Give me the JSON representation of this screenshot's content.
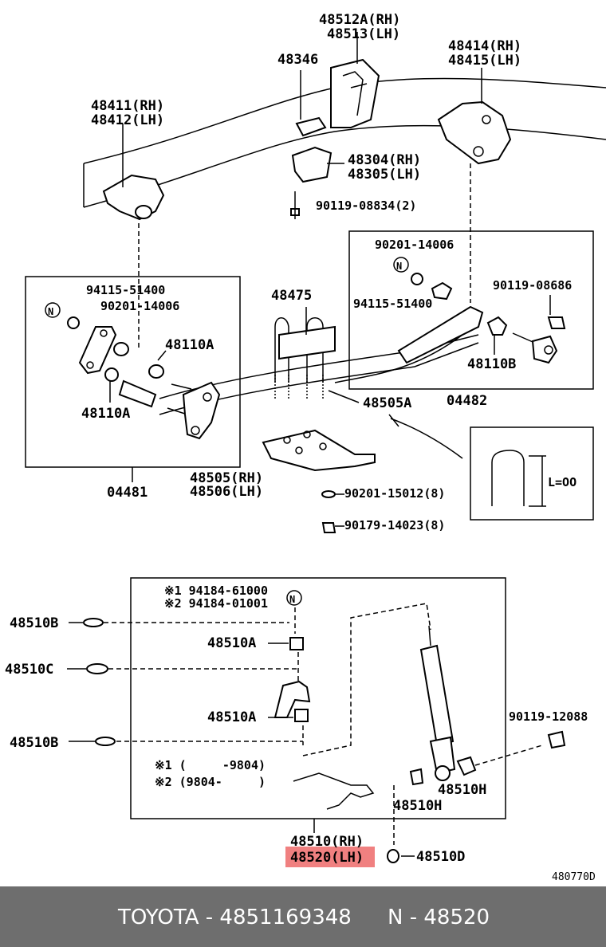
{
  "labels": {
    "l48512a": "48512A(RH)",
    "l48513": "48513(LH)",
    "l48346": "48346",
    "l48414": "48414(RH)",
    "l48415": "48415(LH)",
    "l48411": "48411(RH)",
    "l48412": "48412(LH)",
    "l48304": "48304(RH)",
    "l48305": "48305(LH)",
    "l90119_08834": "90119-08834(2)",
    "l90201_14006_r": "90201-14006",
    "l94115_51400_r": "94115-51400",
    "l90119_08686": "90119-08686",
    "l48110b": "48110B",
    "l04482": "04482",
    "l94115_51400_l": "94115-51400",
    "l90201_14006_l": "90201-14006",
    "l48110a_1": "48110A",
    "l48110a_2": "48110A",
    "l04481": "04481",
    "l48475": "48475",
    "l48505a": "48505A",
    "l48505": "48505(RH)",
    "l48506": "48506(LH)",
    "l90201_15012": "90201-15012(8)",
    "l90179_14023": "90179-14023(8)",
    "l_length": "L=OO",
    "l94184_61000": "※1 94184-61000",
    "l94184_01001": "※2 94184-01001",
    "l48510b_1": "48510B",
    "l48510a_1": "48510A",
    "l48510c": "48510C",
    "l48510a_2": "48510A",
    "l48510b_2": "48510B",
    "l_note1": "※1 (     -9804)",
    "l_note2": "※2 (9804-     )",
    "l90119_12088": "90119-12088",
    "l48510h_1": "48510H",
    "l48510h_2": "48510H",
    "l48510": "48510(RH)",
    "l48520": "48520(LH)",
    "l48510d": "48510D",
    "l_fig": "480770D",
    "n_marker": "N"
  },
  "footer": {
    "brand": "TOYOTA - 4851169348",
    "part": "N - 48520"
  },
  "highlight_color": "#f08080"
}
